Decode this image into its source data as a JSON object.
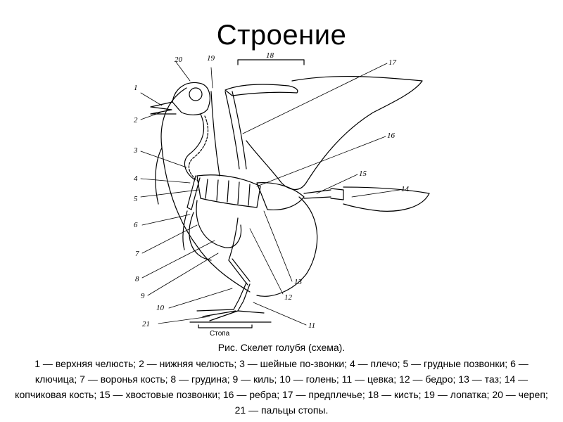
{
  "title": "Строение",
  "diagram": {
    "labels": [
      "1",
      "2",
      "3",
      "4",
      "5",
      "6",
      "7",
      "8",
      "9",
      "10",
      "11",
      "12",
      "13",
      "14",
      "15",
      "16",
      "17",
      "18",
      "19",
      "20",
      "21"
    ],
    "foot_label": "Стопа"
  },
  "caption": "Рис. Скелет голубя (схема).",
  "legend": "1 — верхняя челюсть; 2 — нижняя челюсть; 3 — шейные по-звонки; 4 — плечо; 5 — грудные позвонки; 6 — ключица; 7 — воронья кость; 8 — грудина; 9 — киль; 10 — голень; 11 — цевка; 12 — бедро; 13 — таз; 14 — копчиковая кость; 15 — хвостовые позвонки; 16 — ребра; 17 — предплечье; 18 — кисть; 19 — лопатка; 20 — череп; 21 — пальцы стопы."
}
